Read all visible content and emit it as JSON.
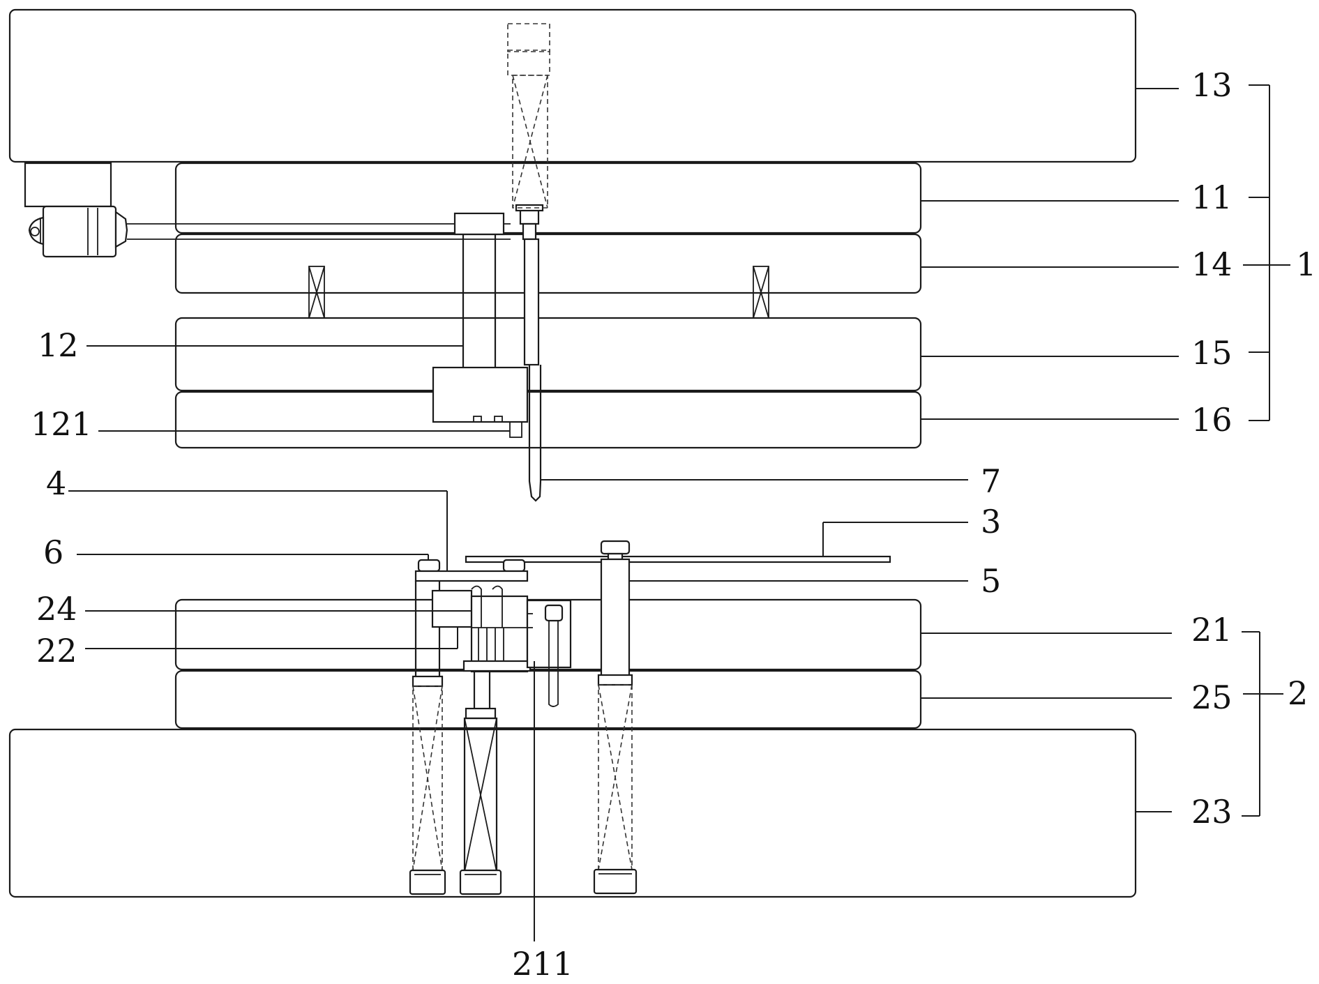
{
  "labels": {
    "plate_top_clamp": "13",
    "plate_11": "11",
    "plate_14": "14",
    "plate_15": "15",
    "plate_16": "16",
    "assembly_upper": "1",
    "part_12": "12",
    "part_121": "121",
    "needle_7": "7",
    "part_4": "4",
    "part_3": "3",
    "part_6": "6",
    "part_5": "5",
    "part_24": "24",
    "plate_21": "21",
    "part_22": "22",
    "plate_25": "25",
    "assembly_lower": "2",
    "plate_bottom_clamp": "23",
    "part_211": "211"
  },
  "colors": {
    "line": "#1a1a1a",
    "hidden": "#444444",
    "background": "#ffffff"
  }
}
